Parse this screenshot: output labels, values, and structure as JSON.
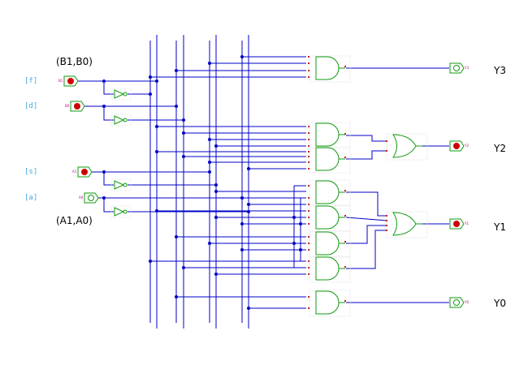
{
  "group_labels": {
    "b": "(B1,B0)",
    "a": "(A1,A0)"
  },
  "key_hints": [
    "[f]",
    "[d]",
    "[s]",
    "[a]"
  ],
  "input_pins": [
    "B1",
    "B0",
    "A1",
    "A0"
  ],
  "output_pins": [
    "Y3",
    "Y2",
    "Y1",
    "Y0"
  ],
  "output_labels": [
    "Y3",
    "Y2",
    "Y1",
    "Y0"
  ],
  "colors": {
    "wire": "#0000c8",
    "gate": "#119911",
    "led_active": "#cc0000",
    "pin_text": "#c0008c",
    "key_text": "#4aa8d8"
  }
}
